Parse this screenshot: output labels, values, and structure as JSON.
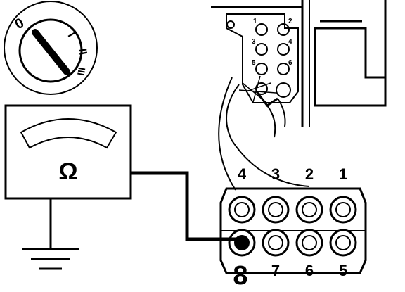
{
  "meter": {
    "symbol": "Ω"
  },
  "connector": {
    "top_labels": [
      "4",
      "3",
      "2",
      "1"
    ],
    "bottom_labels": [
      "8",
      "7",
      "6",
      "5"
    ],
    "active_terminal": "8"
  },
  "relay_panel": {
    "socket_labels": [
      "1",
      "2",
      "3",
      "4",
      "5",
      "6"
    ]
  }
}
